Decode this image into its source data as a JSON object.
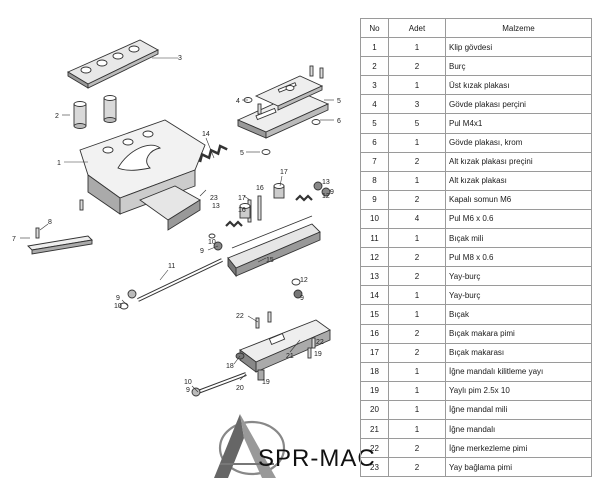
{
  "table": {
    "headers": [
      "No",
      "Adet",
      "Malzeme"
    ],
    "rows": [
      {
        "no": "1",
        "qty": "1",
        "material": "Klip gövdesi"
      },
      {
        "no": "2",
        "qty": "2",
        "material": "Burç"
      },
      {
        "no": "3",
        "qty": "1",
        "material": "Üst kızak plakası"
      },
      {
        "no": "4",
        "qty": "3",
        "material": "Gövde plakası perçini"
      },
      {
        "no": "5",
        "qty": "5",
        "material": "Pul M4x1"
      },
      {
        "no": "6",
        "qty": "1",
        "material": "Gövde plakası, krom"
      },
      {
        "no": "7",
        "qty": "2",
        "material": "Alt kızak plakası preçini"
      },
      {
        "no": "8",
        "qty": "1",
        "material": "Alt kızak plakası"
      },
      {
        "no": "9",
        "qty": "2",
        "material": "Kapalı somun M6"
      },
      {
        "no": "10",
        "qty": "4",
        "material": "Pul M6 x 0.6"
      },
      {
        "no": "11",
        "qty": "1",
        "material": "Bıçak mili"
      },
      {
        "no": "12",
        "qty": "2",
        "material": "Pul M8 x 0.6"
      },
      {
        "no": "13",
        "qty": "2",
        "material": "Yay-burç"
      },
      {
        "no": "14",
        "qty": "1",
        "material": "Yay-burç"
      },
      {
        "no": "15",
        "qty": "1",
        "material": "Bıçak"
      },
      {
        "no": "16",
        "qty": "2",
        "material": "Bıçak makara pimi"
      },
      {
        "no": "17",
        "qty": "2",
        "material": "Bıçak makarası"
      },
      {
        "no": "18",
        "qty": "1",
        "material": "İğne mandalı kilitleme yayı"
      },
      {
        "no": "19",
        "qty": "1",
        "material": "Yaylı pim 2.5x 10"
      },
      {
        "no": "20",
        "qty": "1",
        "material": "İğne mandal mili"
      },
      {
        "no": "21",
        "qty": "1",
        "material": "İğne mandalı"
      },
      {
        "no": "22",
        "qty": "2",
        "material": "İğne merkezleme pimi"
      },
      {
        "no": "23",
        "qty": "2",
        "material": "Yay bağlama pimi"
      }
    ]
  },
  "callouts": {
    "c1": "1",
    "c2": "2",
    "c3": "3",
    "c4": "4",
    "c5": "5",
    "c6": "6",
    "c7": "7",
    "c8": "8",
    "c9": "9",
    "c10": "10",
    "c11": "11",
    "c12": "12",
    "c13": "13",
    "c14": "14",
    "c15": "15",
    "c16": "16",
    "c17": "17",
    "c18": "18",
    "c19": "19",
    "c20": "20",
    "c21": "21",
    "c22": "22",
    "c23": "23"
  },
  "logo": {
    "text": "SPR-MAC"
  },
  "colors": {
    "line": "#333333",
    "fill": "#ffffff",
    "shade": "#b5b5b5",
    "dark": "#555555",
    "logo_grey": "#888888"
  }
}
